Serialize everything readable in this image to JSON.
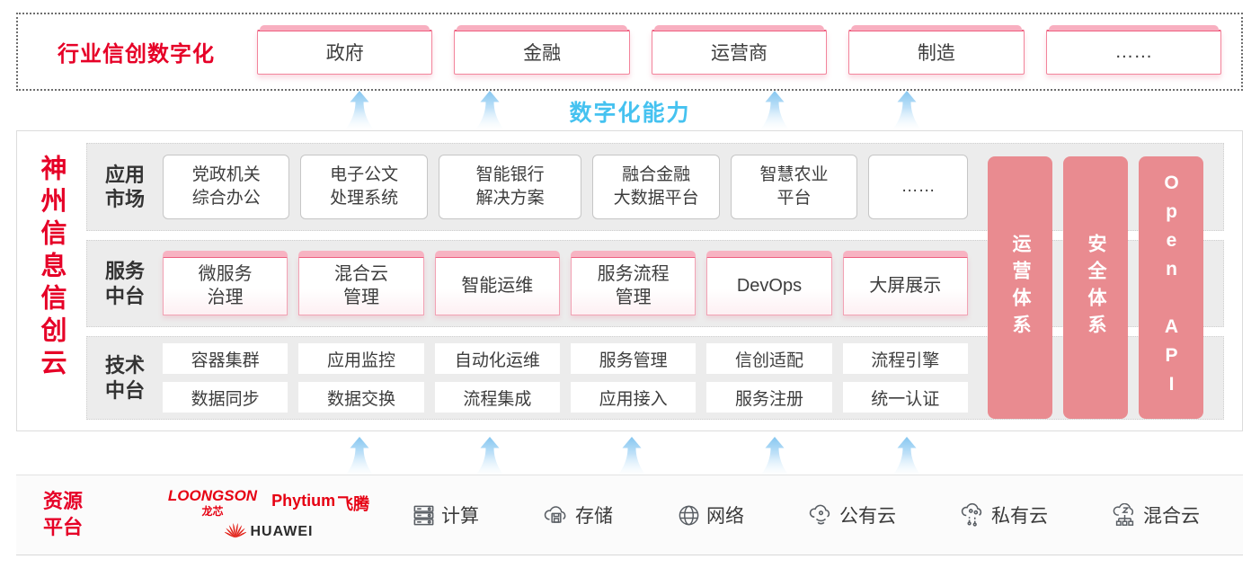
{
  "colors": {
    "brand_red": "#e60027",
    "capability_blue": "#45c2f0",
    "pillar_salmon": "#e98b90",
    "pink_accent": "#ee6181",
    "arrow_blue": "#85c6f0"
  },
  "top_band": {
    "label": "行业信创数字化",
    "industries": [
      "政府",
      "金融",
      "运营商",
      "制造",
      "……"
    ]
  },
  "capability_label": "数字化能力",
  "flow_arrows": {
    "top_positions": [
      400,
      545,
      862,
      1009
    ],
    "bottom_positions": [
      400,
      545,
      703,
      862,
      1009
    ]
  },
  "platform": {
    "title": "神州信息信创云",
    "app_row": {
      "label_lines": [
        "应用",
        "市场"
      ],
      "items": [
        [
          "党政机关",
          "综合办公"
        ],
        [
          "电子公文",
          "处理系统"
        ],
        [
          "智能银行",
          "解决方案"
        ],
        [
          "融合金融",
          "大数据平台"
        ],
        [
          "智慧农业",
          "平台"
        ],
        [
          "……"
        ]
      ]
    },
    "service_row": {
      "label_lines": [
        "服务",
        "中台"
      ],
      "items": [
        [
          "微服务",
          "治理"
        ],
        [
          "混合云",
          "管理"
        ],
        [
          "智能运维"
        ],
        [
          "服务流程",
          "管理"
        ],
        [
          "DevOps"
        ],
        [
          "大屏展示"
        ]
      ]
    },
    "tech_row": {
      "label_lines": [
        "技术",
        "中台"
      ],
      "items_top": [
        "容器集群",
        "应用监控",
        "自动化运维",
        "服务管理",
        "信创适配",
        "流程引擎"
      ],
      "items_bottom": [
        "数据同步",
        "数据交换",
        "流程集成",
        "应用接入",
        "服务注册",
        "统一认证"
      ]
    },
    "pillars": [
      "运营体系",
      "安全体系",
      "Open API"
    ]
  },
  "resources": {
    "label_lines": [
      "资源",
      "平台"
    ],
    "vendors": [
      {
        "name": "LOONGSON",
        "sub": "龙芯"
      },
      {
        "name": "Phytium",
        "sub": "飞腾"
      },
      {
        "name": "HUAWEI",
        "sub": ""
      }
    ],
    "items": [
      {
        "icon": "server-icon",
        "label": "计算"
      },
      {
        "icon": "storage-icon",
        "label": "存储"
      },
      {
        "icon": "network-icon",
        "label": "网络"
      },
      {
        "icon": "public-cloud-icon",
        "label": "公有云"
      },
      {
        "icon": "private-cloud-icon",
        "label": "私有云"
      },
      {
        "icon": "hybrid-cloud-icon",
        "label": "混合云"
      }
    ]
  }
}
